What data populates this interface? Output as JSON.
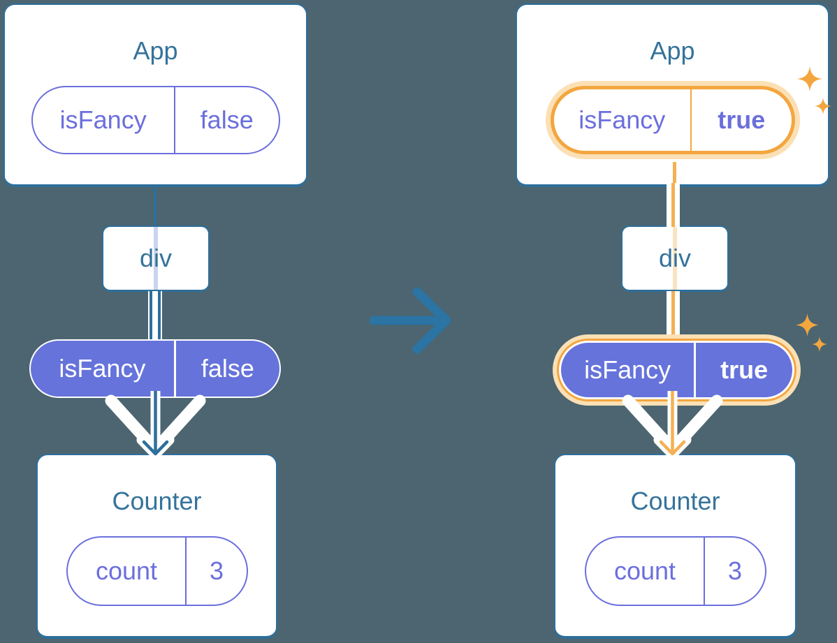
{
  "colors": {
    "background": "#4C6570",
    "card_fill": "#FFFFFF",
    "card_border_blue": "#2E6F9C",
    "title_blue": "#35739B",
    "purple_fill": "#6673DB",
    "purple_text": "#6B6FDC",
    "highlight_orange": "#F3A63F",
    "highlight_orange_glow": "#FBE0B5",
    "connector_orange": "#F5B054",
    "inner_line_lavender": "#CBD4EF",
    "inner_line_peach": "#FBE3C2",
    "arrow_blue": "#2B74A4"
  },
  "left_tree": {
    "app": {
      "title": "App",
      "prop_key": "isFancy",
      "prop_value": "false"
    },
    "div": {
      "label": "div"
    },
    "passed_prop": {
      "key": "isFancy",
      "value": "false"
    },
    "counter": {
      "title": "Counter",
      "state_key": "count",
      "state_value": "3"
    }
  },
  "right_tree": {
    "app": {
      "title": "App",
      "prop_key": "isFancy",
      "prop_value": "true"
    },
    "div": {
      "label": "div"
    },
    "passed_prop": {
      "key": "isFancy",
      "value": "true"
    },
    "counter": {
      "title": "Counter",
      "state_key": "count",
      "state_value": "3"
    }
  }
}
